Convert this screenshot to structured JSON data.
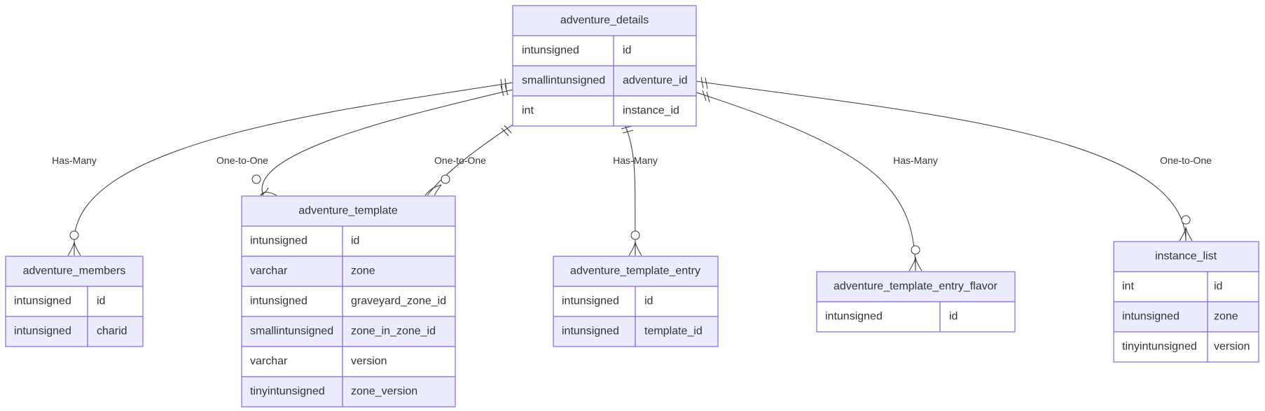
{
  "diagram": {
    "entities": [
      {
        "id": "adventure_details",
        "name": "adventure_details",
        "attributes": [
          {
            "type": "intunsigned",
            "name": "id"
          },
          {
            "type": "smallintunsigned",
            "name": "adventure_id"
          },
          {
            "type": "int",
            "name": "instance_id"
          }
        ]
      },
      {
        "id": "adventure_members",
        "name": "adventure_members",
        "attributes": [
          {
            "type": "intunsigned",
            "name": "id"
          },
          {
            "type": "intunsigned",
            "name": "charid"
          }
        ]
      },
      {
        "id": "adventure_template",
        "name": "adventure_template",
        "attributes": [
          {
            "type": "intunsigned",
            "name": "id"
          },
          {
            "type": "varchar",
            "name": "zone"
          },
          {
            "type": "intunsigned",
            "name": "graveyard_zone_id"
          },
          {
            "type": "smallintunsigned",
            "name": "zone_in_zone_id"
          },
          {
            "type": "varchar",
            "name": "version"
          },
          {
            "type": "tinyintunsigned",
            "name": "zone_version"
          }
        ]
      },
      {
        "id": "adventure_template_entry",
        "name": "adventure_template_entry",
        "attributes": [
          {
            "type": "intunsigned",
            "name": "id"
          },
          {
            "type": "intunsigned",
            "name": "template_id"
          }
        ]
      },
      {
        "id": "adventure_template_entry_flavor",
        "name": "adventure_template_entry_flavor",
        "attributes": [
          {
            "type": "intunsigned",
            "name": "id"
          }
        ]
      },
      {
        "id": "instance_list",
        "name": "instance_list",
        "attributes": [
          {
            "type": "int",
            "name": "id"
          },
          {
            "type": "intunsigned",
            "name": "zone"
          },
          {
            "type": "tinyintunsigned",
            "name": "version"
          }
        ]
      }
    ],
    "relationships": [
      {
        "from": "adventure_details",
        "to": "adventure_members",
        "label": "Has-Many",
        "from_card": "exactly-one",
        "to_card": "zero-or-many"
      },
      {
        "from": "adventure_details",
        "to": "adventure_template",
        "label": "One-to-One",
        "from_card": "exactly-one",
        "to_card": "zero-or-many"
      },
      {
        "from": "adventure_details",
        "to": "adventure_template",
        "label": "One-to-One",
        "from_card": "exactly-one",
        "to_card": "zero-or-many"
      },
      {
        "from": "adventure_details",
        "to": "adventure_template_entry",
        "label": "Has-Many",
        "from_card": "exactly-one",
        "to_card": "zero-or-many"
      },
      {
        "from": "adventure_details",
        "to": "adventure_template_entry_flavor",
        "label": "Has-Many",
        "from_card": "exactly-one",
        "to_card": "zero-or-many"
      },
      {
        "from": "adventure_details",
        "to": "instance_list",
        "label": "One-to-One",
        "from_card": "exactly-one",
        "to_card": "zero-or-many"
      }
    ],
    "colors": {
      "entity_header_fill": "#ececff",
      "row_odd_fill": "#ffffff",
      "row_even_fill": "#ececff",
      "border": "#9370db",
      "line": "#333333",
      "text": "#333333"
    }
  }
}
